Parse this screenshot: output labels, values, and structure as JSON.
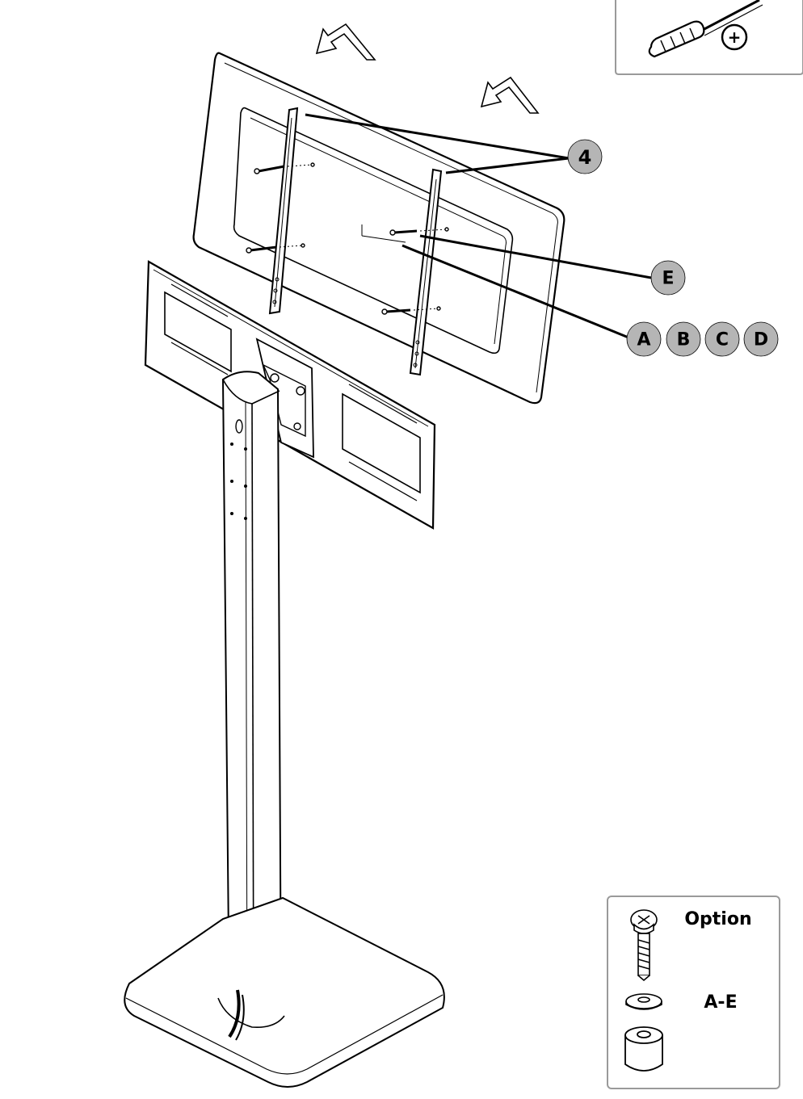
{
  "callouts": {
    "bracket_count": "4",
    "e": "E",
    "a": "A",
    "b": "B",
    "c": "C",
    "d": "D"
  },
  "tool": {
    "icon": "phillips-screwdriver-icon",
    "plus_symbol": "+"
  },
  "legend": {
    "option_label": "Option",
    "range_label": "A-E",
    "items": [
      "screw-icon",
      "washer-icon",
      "spacer-icon"
    ]
  },
  "colors": {
    "callout_fill": "#b5b5b5",
    "line": "#000000",
    "box_border": "#9a9a9a"
  }
}
